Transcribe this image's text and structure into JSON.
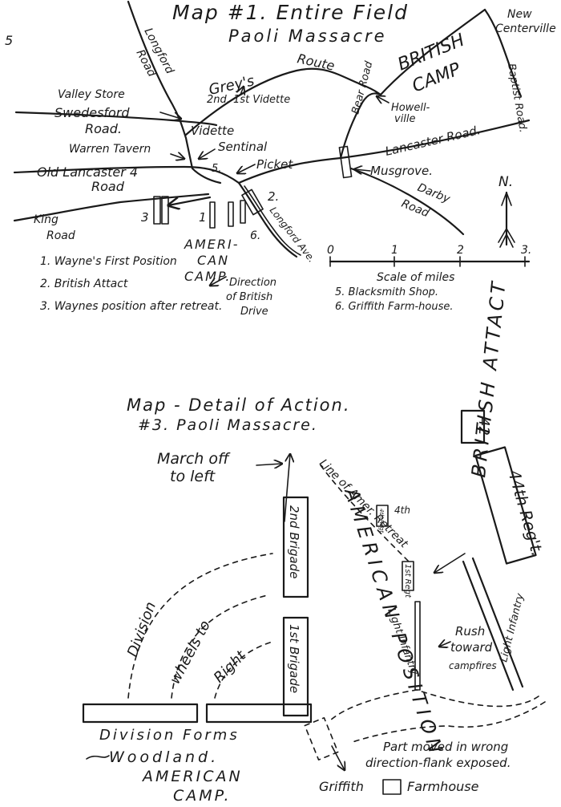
{
  "page_mark": "5",
  "map1": {
    "title": "Map #1. Entire Field",
    "subtitle": "Paoli Massacre",
    "labels": {
      "longford_road_word": "Longford",
      "longford_road_word2": "Road",
      "valley_store": "Valley Store",
      "greys_route_1": "Grey's",
      "greys_route_2": "Route",
      "british_camp_1": "BRITISH",
      "british_camp_2": "CAMP",
      "new_centerville_1": "New",
      "new_centerville_2": "Centerville",
      "baptist_road": "Baptist Road.",
      "second_vidette": "2nd. 1st Vidette",
      "howellville_1": "Howell-",
      "howellville_2": "ville",
      "bear_road": "Bear Road",
      "swedesford_1": "Swedesford",
      "swedesford_2": "Road.",
      "vidette": "Vidette",
      "warren_tavern": "Warren Tavern",
      "sentinal": "Sentinal",
      "picket": "Picket",
      "lancaster_road": "Lancaster Road.",
      "old_lancaster": "Old Lancaster 4",
      "old_lancaster_road": "Road",
      "num5": "5.",
      "musgrove": "Musgrove.",
      "darby_1": "Darby",
      "darby_2": "Road",
      "north": "N.",
      "king_1": "King",
      "king_2": "Road",
      "num3": "3",
      "num1": "1",
      "num2": "2.",
      "num6": "6.",
      "longford_ave": "Longford Ave.",
      "american_camp_1": "AMERI-",
      "american_camp_2": "CAN",
      "american_camp_3": "CAMP.",
      "direction_1": "Direction",
      "direction_2": "of British",
      "direction_3": "Drive"
    },
    "legend": [
      "1. Wayne's First Position",
      "2. British Attact",
      "3. Waynes position after retreat."
    ],
    "scale": {
      "ticks": [
        "0",
        "1",
        "2",
        "3."
      ],
      "label": "Scale of miles",
      "notes": [
        "5. Blacksmith Shop.",
        "6. Griffith Farm-house."
      ]
    }
  },
  "map3": {
    "title_1": "Map - Detail of Action.",
    "title_2": "#3. Paoli Massacre.",
    "labels": {
      "march_1": "March off",
      "march_2": "to left",
      "line_of_retreat": "Line of Amer. Retreat",
      "regt_4th_box": "4th Regt",
      "regt_4th": "4th",
      "regt_1st": "1st Regt",
      "american_position": "AMERICAN POSITION",
      "second_brigade": "2nd Brigade",
      "first_brigade": "1st Brigade",
      "light_infantry": "Light Infantry",
      "british_attact": "BRITISH ATTACT",
      "regt_44": "44th Reg't.",
      "num42": "42",
      "light_infantry_br": "Light Infantry",
      "rush_1": "Rush",
      "rush_2": "toward",
      "rush_3": "campfires",
      "division": "Division",
      "wheels_to": "wheels to",
      "right": "Right",
      "division_forms": "Division Forms",
      "woodland": "Woodland.",
      "american_camp_1": "AMERICAN",
      "american_camp_2": "CAMP.",
      "part_moved_1": "Part moved in wrong",
      "part_moved_2": "direction-flank exposed.",
      "griffith": "Griffith",
      "farmhouse": "Farmhouse"
    }
  }
}
